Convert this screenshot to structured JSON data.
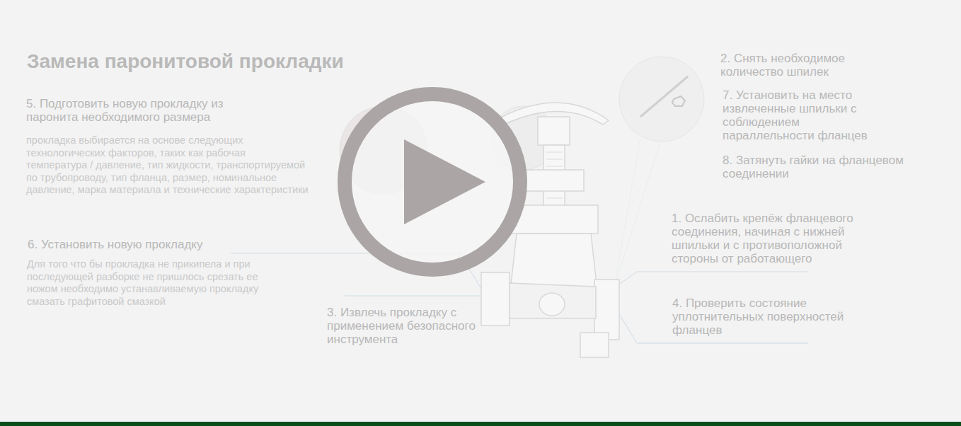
{
  "diagram": {
    "title": "Замена паронитовой прокладки",
    "labels": [
      "5. Подготовить новую прокладку из паронита необходимого размера",
      "прокладка выбирается на основе следующих технологических факторов, таких как рабочая температура / давление, тип жидкости, транспортируемой по трубопроводу, тип фланца, размер, номинальное давление, марка материала и технические характеристики",
      "6. Установить новую прокладку",
      "Для того что бы прокладка не прикипела и при последующей разборке не пришлось срезать ее ножом необходимо устанавливаемую прокладку смазать графитовой смазкой",
      "3. Извлечь прокладку с применением безопасного инструмента",
      "2. Снять необходимое количество шпилек",
      "7. Установить на место извлеченные шпильки с соблюдением параллельности фланцев",
      "8. Затянуть гайки на фланцевом соединении",
      "1. Ослабить крепёж фланцевого соединения, начиная с нижней шпильки и с противоположной стороны от работающего",
      "4. Проверить состояние уплотнительных поверхностей фланцев"
    ]
  }
}
